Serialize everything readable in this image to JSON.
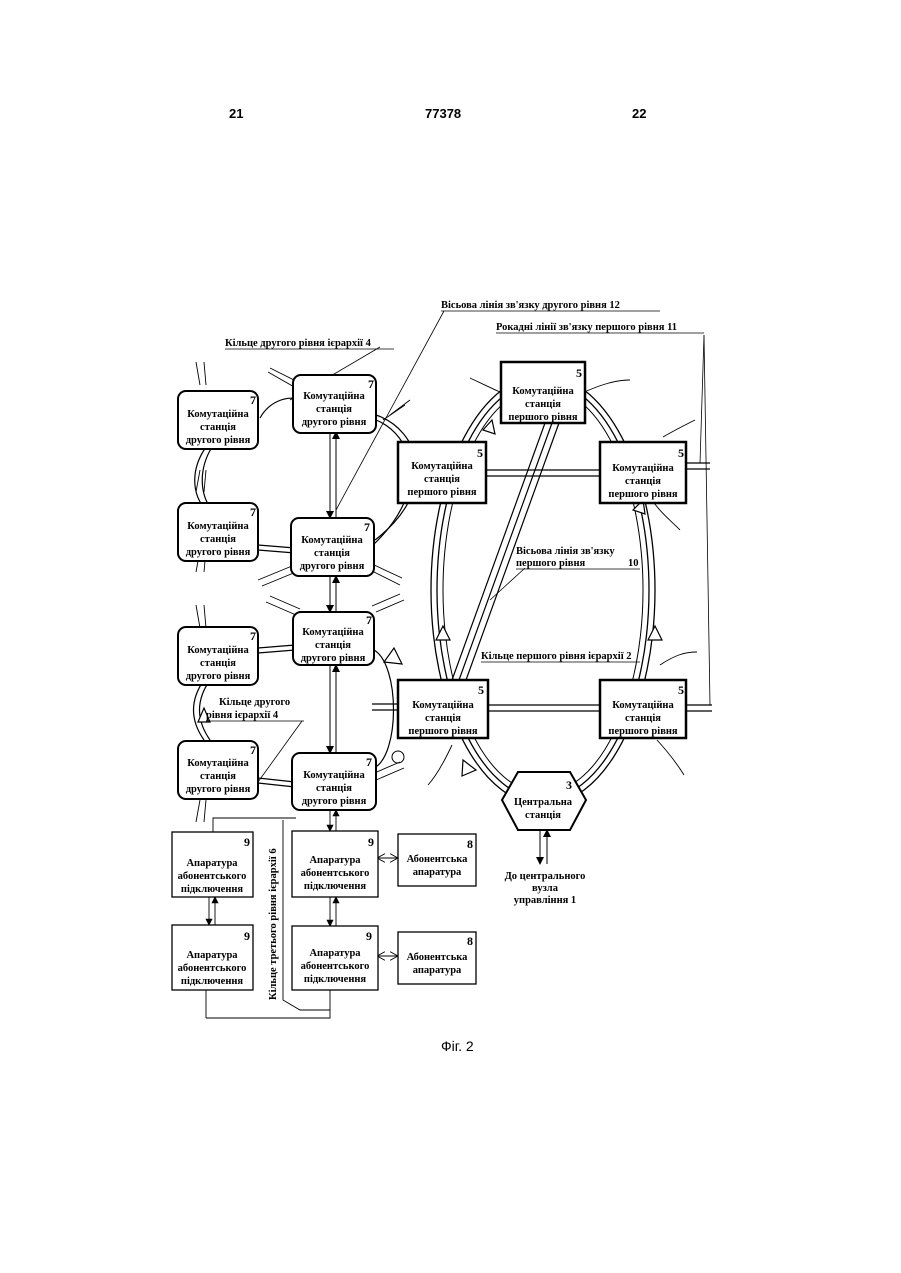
{
  "header": {
    "left": "21",
    "center": "77378",
    "right": "22"
  },
  "caption": "Фіг. 2",
  "labels": {
    "axial_second": "Вісьова лінія зв'язку другого рівня  12",
    "ring_second_top": "Кільце другого рівня ієрархії  4",
    "chord_first": "Рокадні лінії зв'язку першого рівня  11",
    "axial_first_1": "Вісьова лінія зв'язку",
    "axial_first_2": "першого рівня",
    "axial_first_num": "10",
    "ring_first": "Кільце першого рівня ієрархії 2",
    "ring_second_mid_1": "Кільце другого",
    "ring_second_mid_2": "рівня ієрархії  4",
    "ring_third": "Кільце третього рівня ієрархії  6",
    "to_center_1": "До центрального",
    "to_center_2": "вузла",
    "to_center_3": "управління  1"
  },
  "boxes": {
    "s2": [
      "Комутаційна",
      "станція",
      "другого рівня"
    ],
    "s1": [
      "Комутаційна",
      "станція",
      "першого рівня"
    ],
    "central": [
      "Центральна",
      "станція"
    ],
    "sub_conn": [
      "Апаратура",
      "абонентського",
      "підключення"
    ],
    "sub_eq": [
      "Абонентська",
      "апаратура"
    ]
  },
  "numbers": {
    "n3": "3",
    "n5": "5",
    "n7": "7",
    "n8": "8",
    "n9": "9"
  }
}
